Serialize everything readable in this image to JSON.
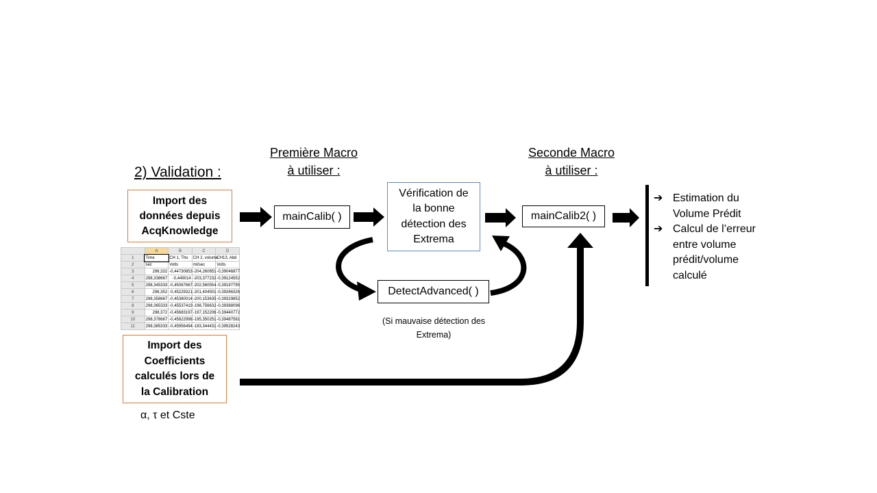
{
  "section_title": "2) Validation :",
  "macro1_header": [
    "Première Macro",
    "à utiliser :"
  ],
  "macro2_header": [
    "Seconde Macro",
    "à utiliser :"
  ],
  "import_acq": [
    "Import des",
    "données depuis",
    "AcqKnowledge"
  ],
  "import_coef": [
    "Import des",
    "Coefficients",
    "calculés lors de",
    "la Calibration"
  ],
  "coef_note": "α, τ et Cste",
  "main_calib": "mainCalib( )",
  "verification": [
    "Vérification de",
    "la bonne",
    "détection des",
    "Extrema"
  ],
  "detect_advanced": "DetectAdvanced( )",
  "detect_note": [
    "(Si mauvaise détection des",
    "Extrema)"
  ],
  "main_calib2": "mainCalib2( )",
  "results": [
    {
      "marker": "➔",
      "lines": [
        "Estimation du",
        "Volume Prédit"
      ]
    },
    {
      "marker": "➔",
      "lines": [
        "Calcul de l’erreur",
        "entre volume",
        "prédit/volume",
        "calculé"
      ]
    }
  ],
  "spreadsheet": {
    "columns": [
      "",
      "A",
      "B",
      "C",
      "D"
    ],
    "rows": [
      [
        "1",
        "Time",
        "CH 1, Tho",
        "CH 2, volume",
        "CH13, Abd"
      ],
      [
        "2",
        "sec",
        "Volts",
        "ml/sec",
        "Volts"
      ],
      [
        "3",
        "298,332",
        "-0,44730853",
        "-204,260851",
        "-0,39046877"
      ],
      [
        "4",
        "298,338667",
        "-0,449014",
        "-203,377232",
        "-0,39124552"
      ],
      [
        "5",
        "298,345333",
        "-0,45067667",
        "-202,560554",
        "-0,39197795"
      ],
      [
        "6",
        "298,352",
        "-0,45229321",
        "-201,404501",
        "-0,39266326"
      ],
      [
        "7",
        "298,358667",
        "-0,45380014",
        "-200,153635",
        "-0,39329852"
      ],
      [
        "8",
        "298,365333",
        "-0,45537419",
        "-198,756632",
        "-0,39388096"
      ],
      [
        "9",
        "298,372",
        "-0,45683197",
        "-197,152206",
        "-0,39440772"
      ],
      [
        "10",
        "298,378667",
        "-0,45822998",
        "-195,350251",
        "-0,39487581"
      ],
      [
        "11",
        "298,385333",
        "-0,45956494",
        "-193,344431",
        "-0,39528243"
      ]
    ]
  },
  "colors": {
    "import_border": "#d27b3c",
    "verification_border": "#5b8bbf",
    "arrows": "#000000"
  }
}
